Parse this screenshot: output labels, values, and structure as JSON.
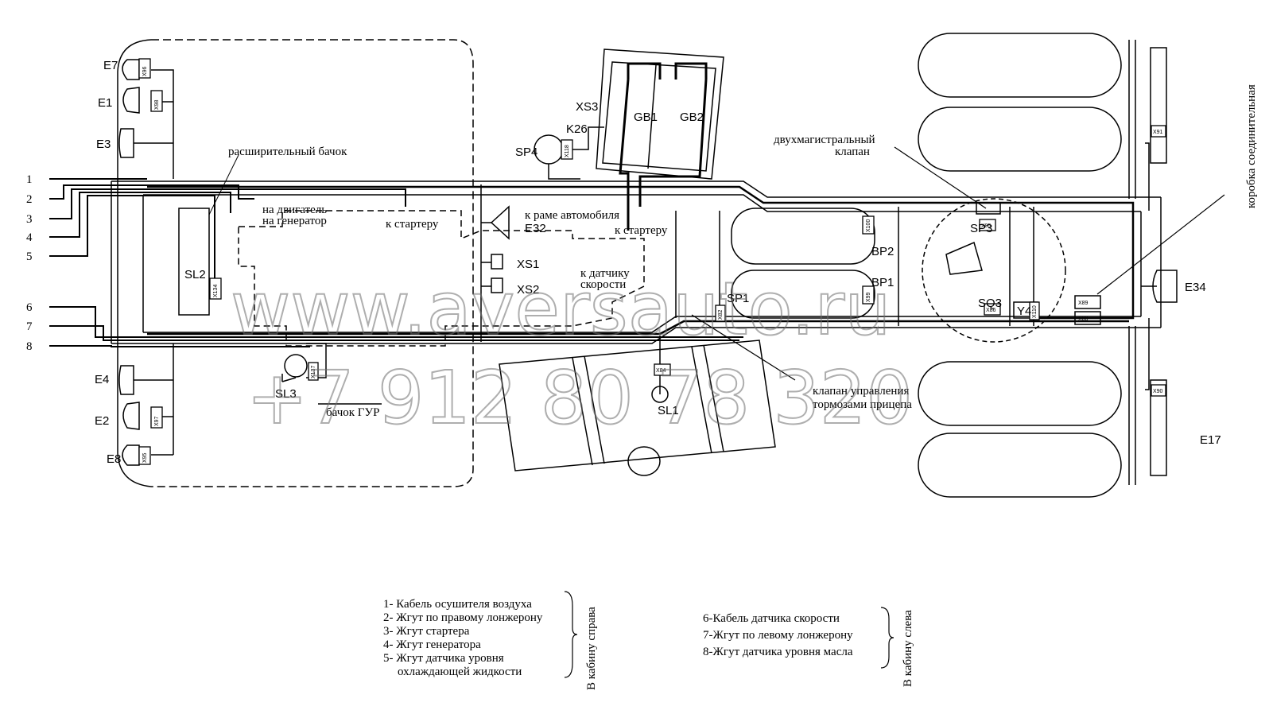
{
  "wire_numbers": [
    "1",
    "2",
    "3",
    "4",
    "5",
    "6",
    "7",
    "8"
  ],
  "components": {
    "E7": "E7",
    "E1": "E1",
    "E3": "E3",
    "E4": "E4",
    "E2": "E2",
    "E8": "E8",
    "SL2": "SL2",
    "SL3": "SL3",
    "SL1": "SL1",
    "SP4": "SP4",
    "K26": "K26",
    "XS3": "XS3",
    "GB1": "GB1",
    "GB2": "GB2",
    "E32": "E32",
    "XS1": "XS1",
    "XS2": "XS2",
    "SP1": "SP1",
    "BP2": "BP2",
    "BP1": "BP1",
    "SP3": "SP3",
    "SQ3": "SQ3",
    "Y4": "Y4",
    "E34": "E34",
    "E17": "E17"
  },
  "connectors": {
    "X96": "X96",
    "X95": "X95",
    "X134": "X134",
    "X137": "X137",
    "X118": "X118",
    "X84": "X84",
    "X82": "X82",
    "X100": "X100",
    "X99": "X99",
    "X85": "X85",
    "X86": "X86",
    "X110": "X110",
    "X89": "X89",
    "X88": "X88",
    "X91": "X91",
    "X90": "X90",
    "X98": "X98",
    "X97": "X97"
  },
  "labels": {
    "expansion_tank": "расширительный бачок",
    "to_engine": "на двигатель",
    "to_generator": "на генератор",
    "to_starter_1": "к стартеру",
    "to_frame": "к раме автомобиля",
    "to_starter_2": "к стартеру",
    "speed_sensor": [
      "к датчику",
      "скорости"
    ],
    "gur_tank": "бачок ГУР",
    "two_line_valve": [
      "двухмагистральный",
      "клапан"
    ],
    "trailer_brake_valve": [
      "клапан управления",
      "тормозами прицепа"
    ],
    "junction_box": "коробка соединительная"
  },
  "legend_right": {
    "items": [
      "1- Кабель осушителя воздуха",
      "2- Жгут по правому лонжерону",
      "3- Жгут стартера",
      "4- Жгут генератора",
      "5- Жгут датчика уровня",
      "охлаждающей жидкости"
    ],
    "group": "В кабину справа"
  },
  "legend_left": {
    "items": [
      "6-Кабель датчика скорости",
      "7-Жгут по левому лонжерону",
      "8-Жгут датчика уровня масла"
    ],
    "group": "В кабину слева"
  },
  "watermark": {
    "url": "www.aversauto.ru",
    "phone": "+7 912 80 78 320"
  }
}
